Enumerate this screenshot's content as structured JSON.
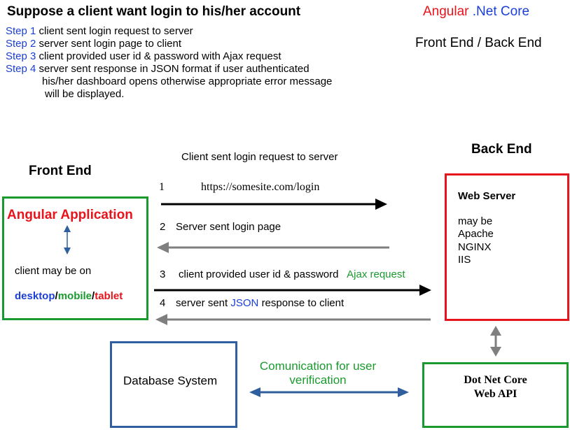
{
  "heading": "Suppose a client want login to his/her account",
  "tech": {
    "angular": "Angular",
    "netcore": ".Net Core",
    "angular_color": "#e8141c",
    "netcore_color": "#1a3fd6"
  },
  "subtitle": "Front End / Back End",
  "steps": [
    {
      "num": "Step 1",
      "text": "client sent login request to server"
    },
    {
      "num": "Step 2",
      "text": "server sent login page to client"
    },
    {
      "num": "Step 3",
      "text": "client provided user id & password with Ajax request"
    },
    {
      "num": "Step 4",
      "text": "server sent response in JSON format if user authenticated",
      "cont1": "his/her dashboard opens otherwise appropriate error message",
      "cont2": "will be displayed."
    }
  ],
  "front_end": {
    "header": "Front End",
    "app_title": "Angular Application",
    "client_text": "client may be on",
    "device_desktop": "desktop",
    "device_mobile": "mobile",
    "device_tablet": "tablet",
    "sep": "/"
  },
  "back_end": {
    "header": "Back End",
    "web_server": "Web Server",
    "may_be": "may be",
    "servers": [
      "Apache",
      "NGINX",
      "IIS"
    ]
  },
  "arrows": {
    "a1_caption": "Client sent login request to server",
    "a1_num": "1",
    "a1_url": "https://somesite.com/login",
    "a2_num": "2",
    "a2_text": "Server sent login page",
    "a3_num": "3",
    "a3_text": "client provided user id & password",
    "a3_ajax": "Ajax request",
    "a4_num": "4",
    "a4_pre": "server sent",
    "a4_json": "JSON",
    "a4_post": "response to client"
  },
  "database": {
    "label": "Database System"
  },
  "communication": {
    "line1": "Comunication for user",
    "line2": "verification"
  },
  "webapi": {
    "line1": "Dot Net Core",
    "line2": "Web API"
  },
  "colors": {
    "green": "#1a9a2e",
    "red": "#e8141c",
    "blue_box": "#2f5f9e",
    "gray": "#7f7f7f",
    "arrow_blue": "#2f5f9e"
  }
}
